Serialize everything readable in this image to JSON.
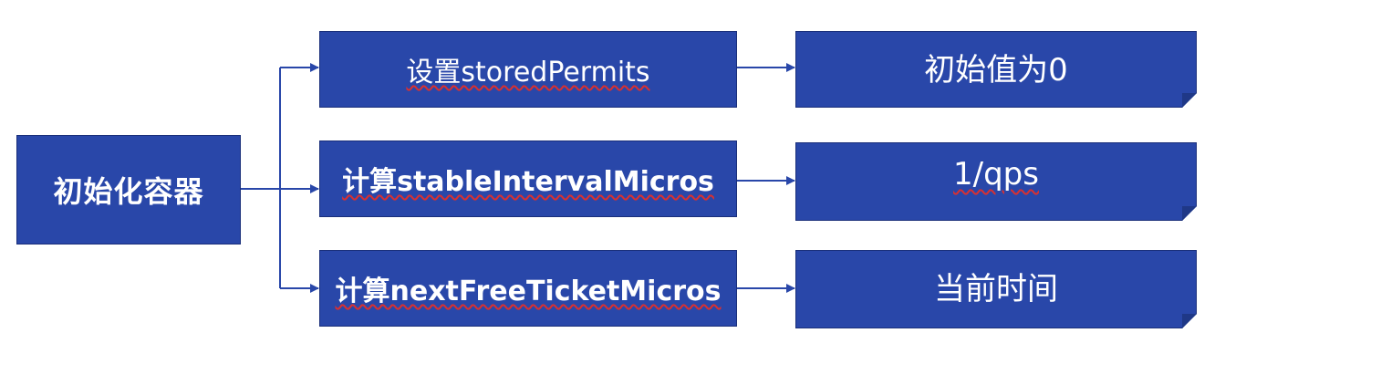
{
  "root": {
    "label": "初始化容器"
  },
  "steps": [
    {
      "label": "设置storedPermits",
      "result": "初始值为0"
    },
    {
      "label": "计算stableIntervalMicros",
      "result": "1/qps"
    },
    {
      "label": "计算nextFreeTicketMicros",
      "result": "当前时间"
    }
  ],
  "colors": {
    "box_fill": "#2947a9",
    "box_border": "#1a2f7a",
    "connector": "#2947a9",
    "spellcheck_underline": "#d93030",
    "text": "#ffffff"
  }
}
